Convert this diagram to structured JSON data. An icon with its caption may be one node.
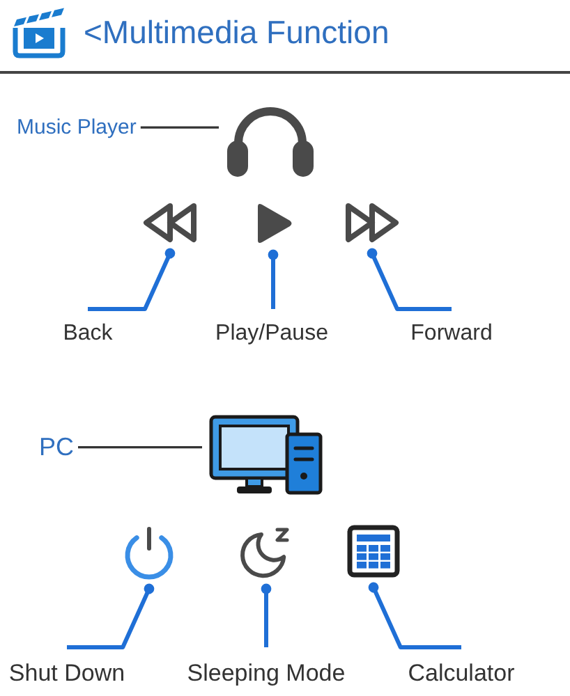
{
  "diagram": {
    "title": "<Multimedia Function",
    "nodes": [
      {
        "text": [
          "Music Player"
        ]
      },
      {
        "text": [],
        "shape": "picture"
      },
      {
        "text": [],
        "shape": "picture"
      },
      {
        "text": [],
        "shape": "picture"
      },
      {
        "text": [],
        "shape": "picture"
      },
      {
        "text": [
          "Back"
        ]
      },
      {
        "text": [
          "Play/Pause"
        ]
      },
      {
        "text": [
          "Forward"
        ]
      },
      {
        "text": [
          "PC"
        ]
      },
      {
        "text": [],
        "shape": "picture"
      },
      {
        "text": [],
        "shape": "picture"
      },
      {
        "text": [],
        "shape": "picture"
      },
      {
        "text": [],
        "shape": "picture"
      },
      {
        "text": [
          "Shut Down"
        ]
      },
      {
        "text": [
          "Sleeping Mode"
        ]
      },
      {
        "text": [
          "Calculator"
        ]
      }
    ],
    "edges": [
      {
        "from": 0,
        "to": 1,
        "arrow": "none",
        "color": "#333333"
      },
      {
        "from": 5,
        "to": 2,
        "arrow": "other"
      },
      {
        "from": 6,
        "to": 3,
        "arrow": "other"
      },
      {
        "from": 7,
        "to": 4,
        "arrow": "other"
      },
      {
        "from": 8,
        "to": 9,
        "arrow": "none",
        "color": "#333333"
      },
      {
        "from": 13,
        "to": 10,
        "arrow": "other"
      },
      {
        "from": 14,
        "to": 11,
        "arrow": "other"
      },
      {
        "from": 15,
        "to": 12,
        "arrow": "other"
      }
    ]
  }
}
